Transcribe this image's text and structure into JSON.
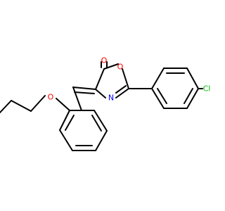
{
  "molecule": {
    "atoms": [
      {
        "id": "O_carbonyl",
        "label": "O",
        "color": "#ff0000"
      },
      {
        "id": "O_ring",
        "label": "O",
        "color": "#ff0000"
      },
      {
        "id": "N_ring",
        "label": "N",
        "color": "#0000ff"
      },
      {
        "id": "O_ether",
        "label": "O",
        "color": "#ff0000"
      },
      {
        "id": "Cl",
        "label": "Cl",
        "color": "#00bf00"
      }
    ],
    "colors": {
      "bond": "#000000",
      "oxygen": "#ff0000",
      "nitrogen": "#0000ff",
      "chlorine": "#00bf00"
    }
  }
}
